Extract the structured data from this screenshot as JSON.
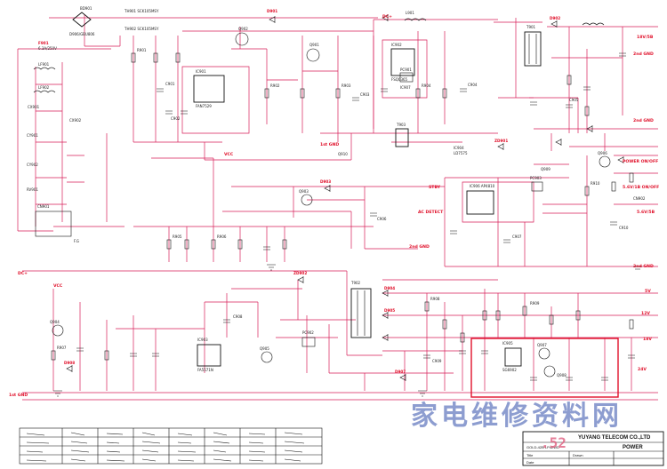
{
  "nets": {
    "dc_plus_top": "DC+",
    "dc_plus_bot": "DC+",
    "vcc_top": "VCC",
    "vcc_bot": "VCC",
    "v18": "18V/5B",
    "gnd2_a": "2nd GND",
    "gnd2_b": "2nd GND",
    "gnd2_c": "2nd GND",
    "gnd2_d": "2nd GND",
    "gnd1_top": "1st GND",
    "gnd1_bot": "1st GND",
    "power_onoff": "POWER ON/OFF",
    "v5stb": "5.6V/1B ON/OFF",
    "v5vsb": "5.6V/5B",
    "stby": "STBY",
    "ac_detect": "AC DETECT",
    "v5": "5V",
    "v12": "12V",
    "v18b": "18V",
    "v24": "24V",
    "fg": "F.G"
  },
  "components": {
    "bd": "BD901",
    "bd2": "D906/GBU806",
    "th": "TH901 SCK105MSY",
    "th2": "TH902 SCK105MSY",
    "f901": "F901",
    "f901v": "6.3A/250V",
    "lf": "LF901",
    "lf2": "LF902",
    "cx": "CX901",
    "cx2": "CX902",
    "cy": "CY901",
    "cy2": "CY902",
    "rv": "RV901",
    "ic901": "IC901",
    "ic901n": "FAN7529",
    "ic902": "IC902",
    "ic902n": "FSQ0365",
    "ic903": "IC903",
    "ic903n": "FA5571N",
    "ic904": "IC904",
    "ic904n": "LD7575",
    "ic905": "IC905",
    "ic905n": "SG6902",
    "ic906": "IC906 AP4810",
    "ic907": "IC907",
    "q901": "Q901",
    "q902": "Q902",
    "q903": "Q903",
    "q904": "Q904",
    "q905": "Q905",
    "q906": "Q906",
    "q907": "Q907",
    "q908": "Q908",
    "q909": "Q909",
    "q910": "Q910",
    "t901": "T901",
    "t902": "T902",
    "t903": "T903",
    "l901": "L901",
    "pc901": "PC901",
    "pc902": "PC902",
    "pc903": "PC903",
    "c901": "C901",
    "c902": "C902",
    "c903": "C903",
    "c904": "C904",
    "c905": "C905",
    "c906": "C906",
    "c907": "C907",
    "c908": "C908",
    "c909": "C909",
    "c910": "C910",
    "r901": "R901",
    "r902": "R902",
    "r903": "R903",
    "r904": "R904",
    "r905": "R905",
    "r906": "R906",
    "r907": "R907",
    "r908": "R908",
    "r909": "R909",
    "r910": "R910",
    "d901": "D901",
    "d902": "D902",
    "d903": "D903",
    "d904": "D904",
    "d905": "D905",
    "d907": "D907",
    "d908": "D908",
    "zd901": "ZD901",
    "zd902": "ZD902",
    "cn901": "CN901",
    "cn902": "CN902"
  },
  "watermark": {
    "cn": "家电维修资料网",
    "url": ".52"
  },
  "titleblock": {
    "company": "YUYANG TELECOM CO.,LTD",
    "model": "GOLD-42B LP42WD",
    "power": "POWER",
    "row_title": "Title",
    "row_drawn": "Drawn",
    "row_date": "Date"
  },
  "colors": {
    "wire": "#d81f5a",
    "label": "#e0102a",
    "highlight": "#e0102a",
    "watermark": "#7a8cc8"
  }
}
